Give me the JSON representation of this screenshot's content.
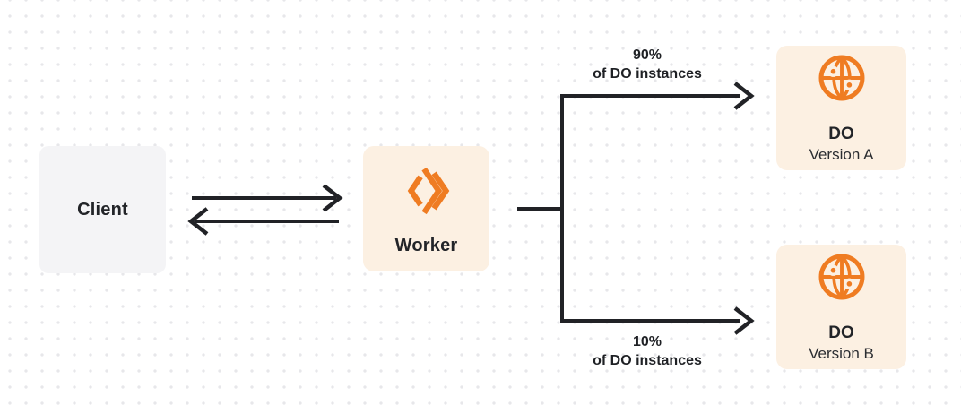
{
  "nodes": {
    "client": {
      "label": "Client"
    },
    "worker": {
      "label": "Worker",
      "icon": "cloudflare-workers-icon"
    },
    "do_version_a": {
      "title": "DO",
      "subtitle": "Version A",
      "icon": "durable-object-globe-icon"
    },
    "do_version_b": {
      "title": "DO",
      "subtitle": "Version B",
      "icon": "durable-object-globe-icon"
    }
  },
  "edges": {
    "client_worker": {
      "type": "bidirectional-arrows"
    },
    "split_top": {
      "percent": "90%",
      "caption": "of DO instances"
    },
    "split_bottom": {
      "percent": "10%",
      "caption": "of DO instances"
    }
  },
  "colors": {
    "accent_orange": "#ef7c22",
    "node_cream": "#fcf0e2",
    "node_gray": "#f4f4f6",
    "line_dark": "#212226",
    "dot_grid": "#e7e7ea",
    "background": "#ffffff"
  }
}
